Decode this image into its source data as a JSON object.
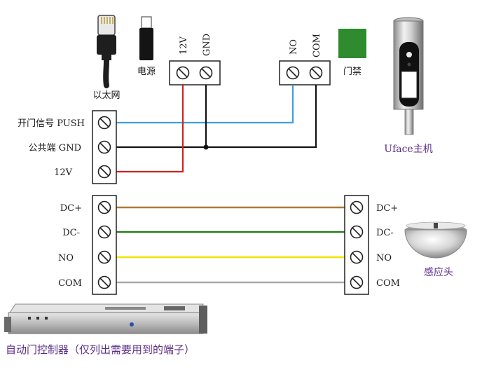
{
  "power_supply": {
    "label": "电源",
    "terminals": [
      "12V",
      "GND"
    ]
  },
  "ethernet": {
    "label": "以太网"
  },
  "door_lock": {
    "label": "门禁",
    "terminals": [
      "NO",
      "COM"
    ]
  },
  "uface": {
    "label": "Uface主机"
  },
  "left_block": {
    "labels": [
      "开门信号 PUSH",
      "公共端 GND",
      "12V"
    ]
  },
  "controller_block": {
    "labels": [
      "DC+",
      "DC-",
      "NO",
      "COM"
    ]
  },
  "sensor_block": {
    "labels": [
      "DC+",
      "DC-",
      "NO",
      "COM"
    ]
  },
  "sensor": {
    "label": "感应头"
  },
  "controller": {
    "label": "自动门控制器（仅列出需要用到的端子）"
  },
  "wire_colors": {
    "blue": "#3aa0e0",
    "black": "#111111",
    "red": "#d42020",
    "brown": "#b07838",
    "green": "#2a7a1e",
    "yellow": "#f2e200",
    "gray": "#a8a8a8"
  }
}
